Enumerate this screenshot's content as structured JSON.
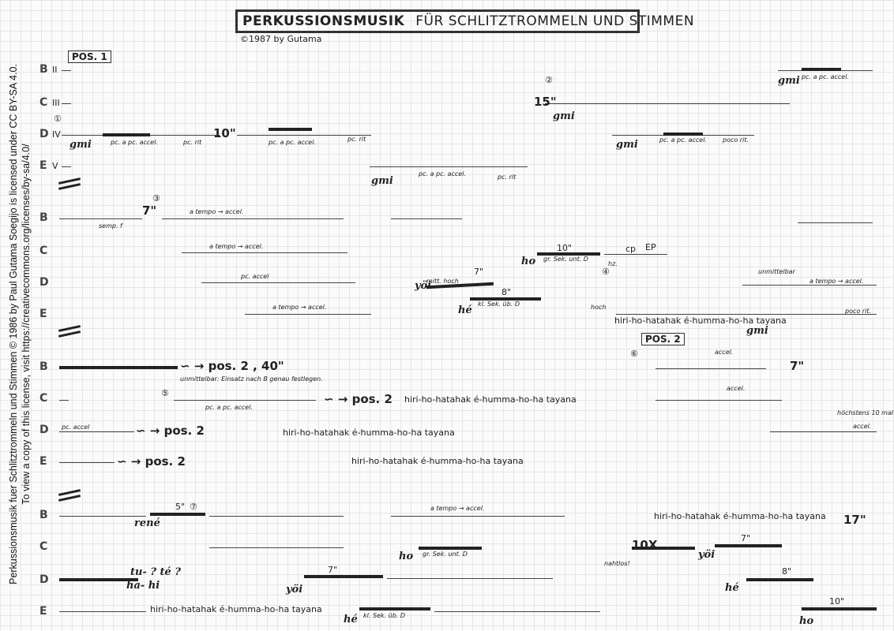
{
  "header": {
    "title_bold": "PERKUSSIONSMUSIK",
    "title_rest": "FÜR SCHLITZTROMMELN UND STIMMEN",
    "copyright": "©1987 by Gutama"
  },
  "license": {
    "line1": "Perkussionsmusik fuer Schlitztrommeln und Stimmen © 1986 by Paul Gutama Soegijo is licensed under CC BY-SA 4.0.",
    "line2": "To view a copy of this license, visit https://creativecommons.org/licenses/by-sa/4.0/"
  },
  "staff_labels": [
    "B",
    "C",
    "D",
    "E"
  ],
  "system1_roman": [
    "II",
    "III",
    "IV",
    "V"
  ],
  "positions": {
    "pos1": "POS. 1",
    "pos2": "POS. 2"
  },
  "annotations": {
    "a1": "①",
    "a2": "②",
    "a3": "③",
    "a4": "④",
    "a5": "⑤",
    "a6": "⑥",
    "a7": "⑦",
    "gmi": "gmi",
    "pcaccel": "pc. a pc. accel.",
    "pcrit": "pc. rit",
    "t10": "10\"",
    "t15": "15\"",
    "t7": "7\"",
    "t7b": "7\"",
    "atempo": "a tempo → accel.",
    "semp": "semp. f",
    "mittlhoch": "mitt. hoch",
    "t8": "8\"",
    "klsek": "kl. Sek. üb. D",
    "grsek": "gr. Sek. unt. D",
    "cp": "cp",
    "ep": "EP",
    "hz": "hz.",
    "yoi": "yöi",
    "he": "hé",
    "ho": "ho",
    "hoch": "hoch",
    "hiri": "hiri-ho-hatahak é-humma-ho-ha tayana",
    "unmittelbar": "unmittelbar",
    "pos2a": "∽ → pos. 2 , 40\"",
    "unmittel2": "unmittelbar: Einsatz nach B genau festlegen.",
    "pos2b": "∽ → pos. 2",
    "pos2c": "∽ → pos. 2",
    "pos2d": "∽ → pos. 2",
    "pcaccel2": "pc. accel",
    "hochstens": "höchstens 10 mal!",
    "accel": "accel.",
    "rene": "rené",
    "t5": "5\"",
    "t10x": "10X",
    "t17": "17\"",
    "tute": "tu- ? té ?",
    "ha": "ha-  hi",
    "nahtlos": "nahtlos!",
    "poco": "poco rit."
  }
}
